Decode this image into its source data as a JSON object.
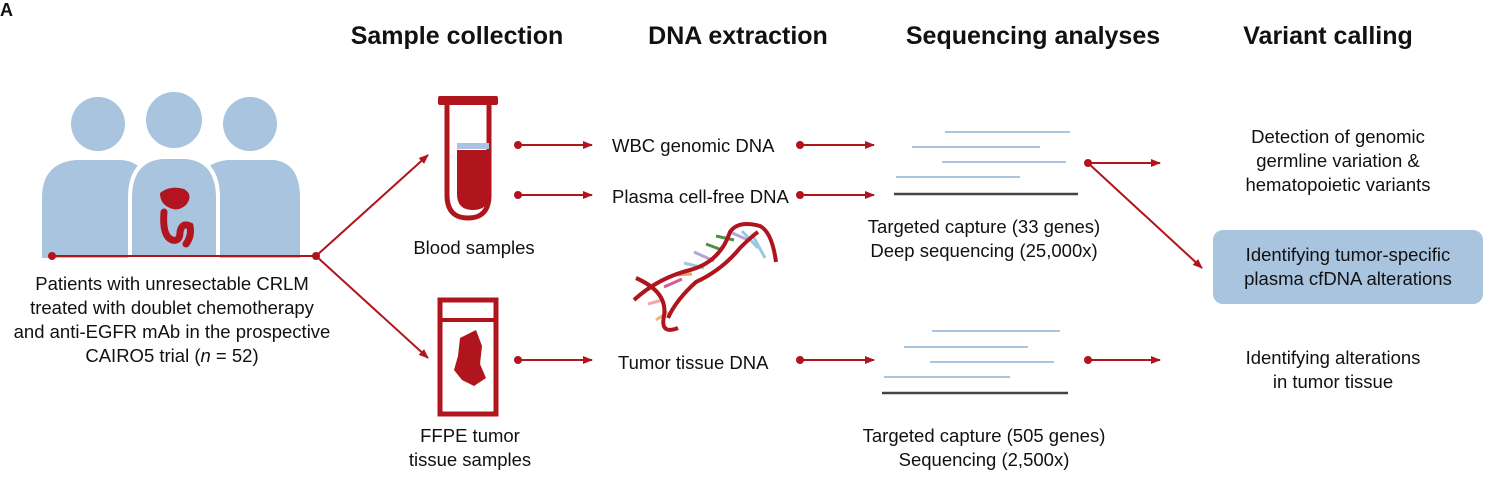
{
  "panel_letter": "A",
  "headers": {
    "sample_collection": "Sample collection",
    "dna_extraction": "DNA extraction",
    "sequencing_analyses": "Sequencing analyses",
    "variant_calling": "Variant calling"
  },
  "patients": {
    "line1": "Patients with unresectable CRLM",
    "line2": "treated with doublet chemotherapy",
    "line3": "and anti-EGFR mAb in the prospective",
    "line4_prefix": "CAIRO5 trial (",
    "line4_n": "n",
    "line4_suffix": " = 52)"
  },
  "samples": {
    "blood": "Blood samples",
    "ffpe_line1": "FFPE tumor",
    "ffpe_line2": "tissue samples"
  },
  "extraction": {
    "wbc": "WBC genomic DNA",
    "plasma": "Plasma cell-free DNA",
    "tumor": "Tumor tissue DNA"
  },
  "sequencing": {
    "top_line1": "Targeted capture (33 genes)",
    "top_line2": "Deep sequencing (25,000x)",
    "bottom_line1": "Targeted capture (505 genes)",
    "bottom_line2": "Sequencing (2,500x)"
  },
  "variants": {
    "germline_line1": "Detection of genomic",
    "germline_line2": "germline variation &",
    "germline_line3": "hematopoietic variants",
    "tumor_specific_line1": "Identifying tumor-specific",
    "tumor_specific_line2": "plasma cfDNA alterations",
    "tissue_line1": "Identifying alterations",
    "tissue_line2": "in tumor tissue"
  },
  "colors": {
    "arrow_red": "#b0141c",
    "figure_blue": "#a9c4df",
    "organ_red": "#b2151f",
    "read_blue": "#a9c4df",
    "reference_gray": "#444444"
  },
  "icons": [
    "patients-icon",
    "blood-tube-icon",
    "ffpe-cassette-icon",
    "dna-helix-icon",
    "sequencing-reads-icon"
  ]
}
